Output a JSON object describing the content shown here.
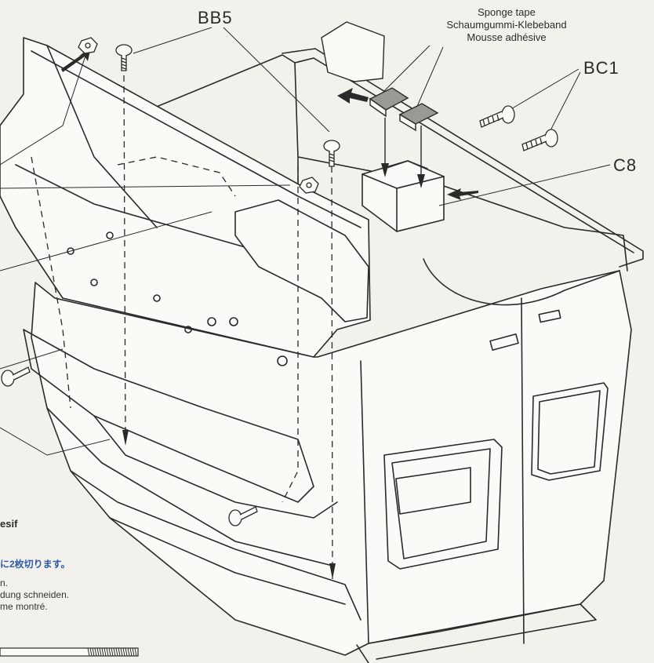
{
  "labels": {
    "bb5": "BB5",
    "bc1": "BC1",
    "c8": "C8",
    "sponge_tape_en": "Sponge tape",
    "sponge_tape_de": "Schaumgummi-Klebeband",
    "sponge_tape_fr": "Mousse adhésive"
  },
  "left_notes": {
    "partial_fr": "esif",
    "jp_instruction": "に2枚切ります。",
    "en_tail": "n.",
    "de_tail": "dung schneiden.",
    "fr_tail": "me montré."
  },
  "colors": {
    "line": "#2a2a2a",
    "paper": "#f3f1ec",
    "part_fill": "#fbfaf6",
    "sponge_fill": "#9a9a94",
    "jp_text": "#2b5aa6"
  },
  "icons": [
    "screw-icon",
    "nut-icon",
    "arrow-icon",
    "sponge-tape-icon",
    "threaded-rod-icon"
  ]
}
